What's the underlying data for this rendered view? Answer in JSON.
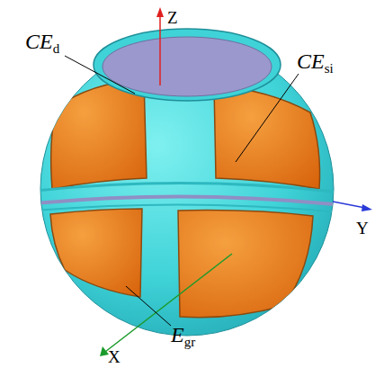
{
  "diagram": {
    "labels": [
      "Z",
      "CE",
      "d",
      "CE",
      "si",
      "Y",
      "E",
      "gr",
      "X"
    ]
  }
}
